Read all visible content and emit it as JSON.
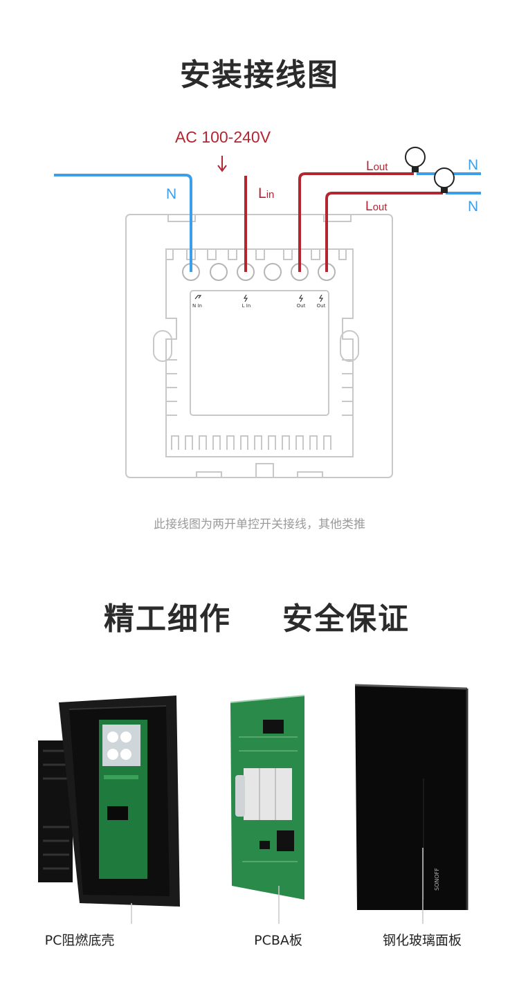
{
  "title_wiring": "安装接线图",
  "wiring": {
    "supply_label": "AC 100-240V",
    "arrow_glyph": "↓",
    "neutral_in": "N",
    "line_in": "L",
    "line_in_sub": "in",
    "load_out_1": "L",
    "load_out_1_sub": "out",
    "load_out_2": "L",
    "load_out_2_sub": "out",
    "neutral_out_1": "N",
    "neutral_out_2": "N",
    "terminals": [
      "N In",
      "L In",
      "Out",
      "Out"
    ],
    "colors": {
      "neutral": "#3d9ee8",
      "live": "#b22531",
      "outline": "#c8c8c8"
    }
  },
  "caption": "此接线图为两开单控开关接线，其他类推",
  "title_quality_a": "精工细作",
  "title_quality_b": "安全保证",
  "products": [
    {
      "label": "PC阻燃底壳"
    },
    {
      "label": "PCBA板"
    },
    {
      "label": "钢化玻璃面板"
    }
  ],
  "panel_brand": "SONOFF"
}
